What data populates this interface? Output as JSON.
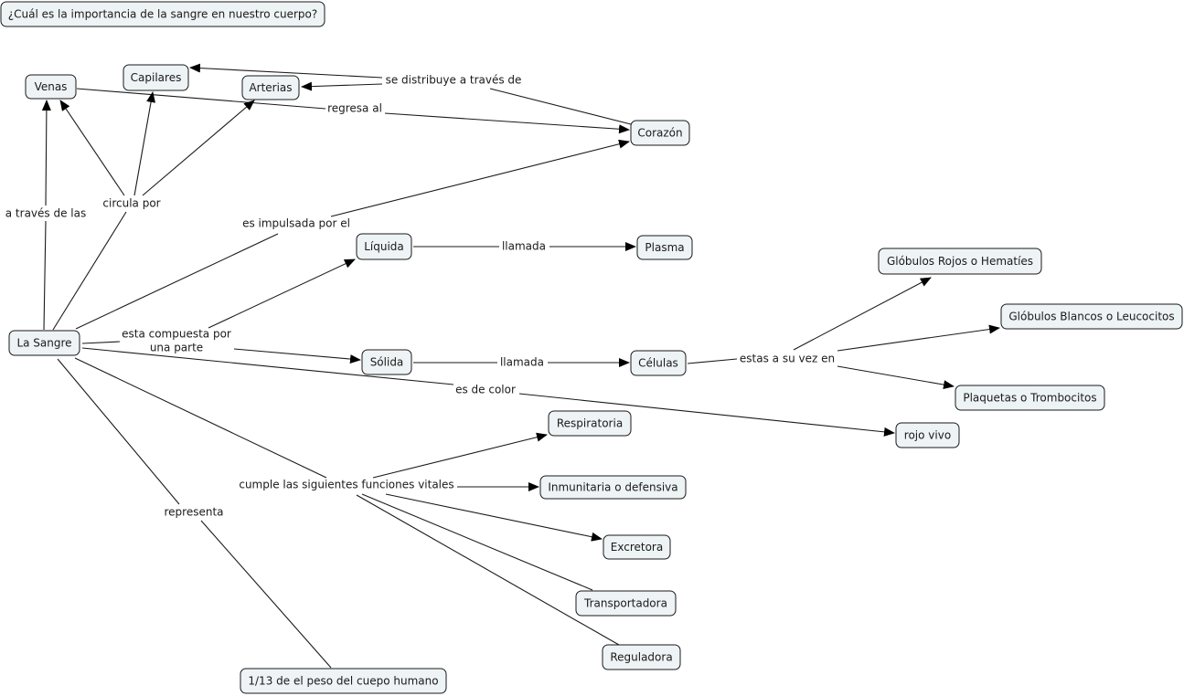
{
  "title": "¿Cuál es la importancia de la sangre en nuestro cuerpo?",
  "colors": {
    "node_fill": "#eef3f5",
    "stroke": "#1a1a1a",
    "background": "#ffffff"
  },
  "concepts": {
    "question": "¿Cuál es la importancia de la sangre en nuestro cuerpo?",
    "venas": "Venas",
    "capilares": "Capilares",
    "arterias": "Arterias",
    "corazon": "Corazón",
    "sangre": "La Sangre",
    "liquida": "Líquida",
    "plasma": "Plasma",
    "solida": "Sólida",
    "celulas": "Células",
    "rojos": "Glóbulos Rojos o Hematíes",
    "blancos": "Glóbulos Blancos o Leucocitos",
    "plaquetas": "Plaquetas o Trombocitos",
    "rojo_vivo": "rojo vivo",
    "respiratoria": "Respiratoria",
    "inmunitaria": "Inmunitaria o defensiva",
    "excretora": "Excretora",
    "transportadora": "Transportadora",
    "reguladora": "Reguladora",
    "peso": "1/13 de el peso del cuepo humano"
  },
  "linking_phrases": {
    "distribuye": "se distribuye a través de",
    "regresa": "regresa al",
    "a_traves": "a través de las",
    "circula": "circula por",
    "impulsada": "es impulsada por el",
    "compuesta_1": "esta compuesta por",
    "compuesta_2": "una parte",
    "llamada_1": "llamada",
    "llamada_2": "llamada",
    "estas": "estas a su vez en",
    "color": "es de color",
    "cumple": "cumple las siguientes funciones vitales",
    "representa": "representa"
  },
  "connections": [
    {
      "from": "corazon",
      "via": "distribuye",
      "to": [
        "capilares",
        "arterias"
      ]
    },
    {
      "from": "venas",
      "via": "regresa",
      "to": [
        "corazon"
      ]
    },
    {
      "from": "sangre",
      "via": "a_traves",
      "to": [
        "venas"
      ]
    },
    {
      "from": "sangre",
      "via": "circula",
      "to": [
        "venas",
        "capilares",
        "arterias"
      ]
    },
    {
      "from": "sangre",
      "via": "impulsada",
      "to": [
        "corazon"
      ]
    },
    {
      "from": "sangre",
      "via": "compuesta_1",
      "to": [
        "liquida",
        "solida"
      ]
    },
    {
      "from": "liquida",
      "via": "llamada_1",
      "to": [
        "plasma"
      ]
    },
    {
      "from": "solida",
      "via": "llamada_2",
      "to": [
        "celulas"
      ]
    },
    {
      "from": "celulas",
      "via": "estas",
      "to": [
        "rojos",
        "blancos",
        "plaquetas"
      ]
    },
    {
      "from": "sangre",
      "via": "color",
      "to": [
        "rojo_vivo"
      ]
    },
    {
      "from": "sangre",
      "via": "cumple",
      "to": [
        "respiratoria",
        "inmunitaria",
        "excretora",
        "transportadora",
        "reguladora"
      ]
    },
    {
      "from": "sangre",
      "via": "representa",
      "to": [
        "peso"
      ]
    }
  ]
}
